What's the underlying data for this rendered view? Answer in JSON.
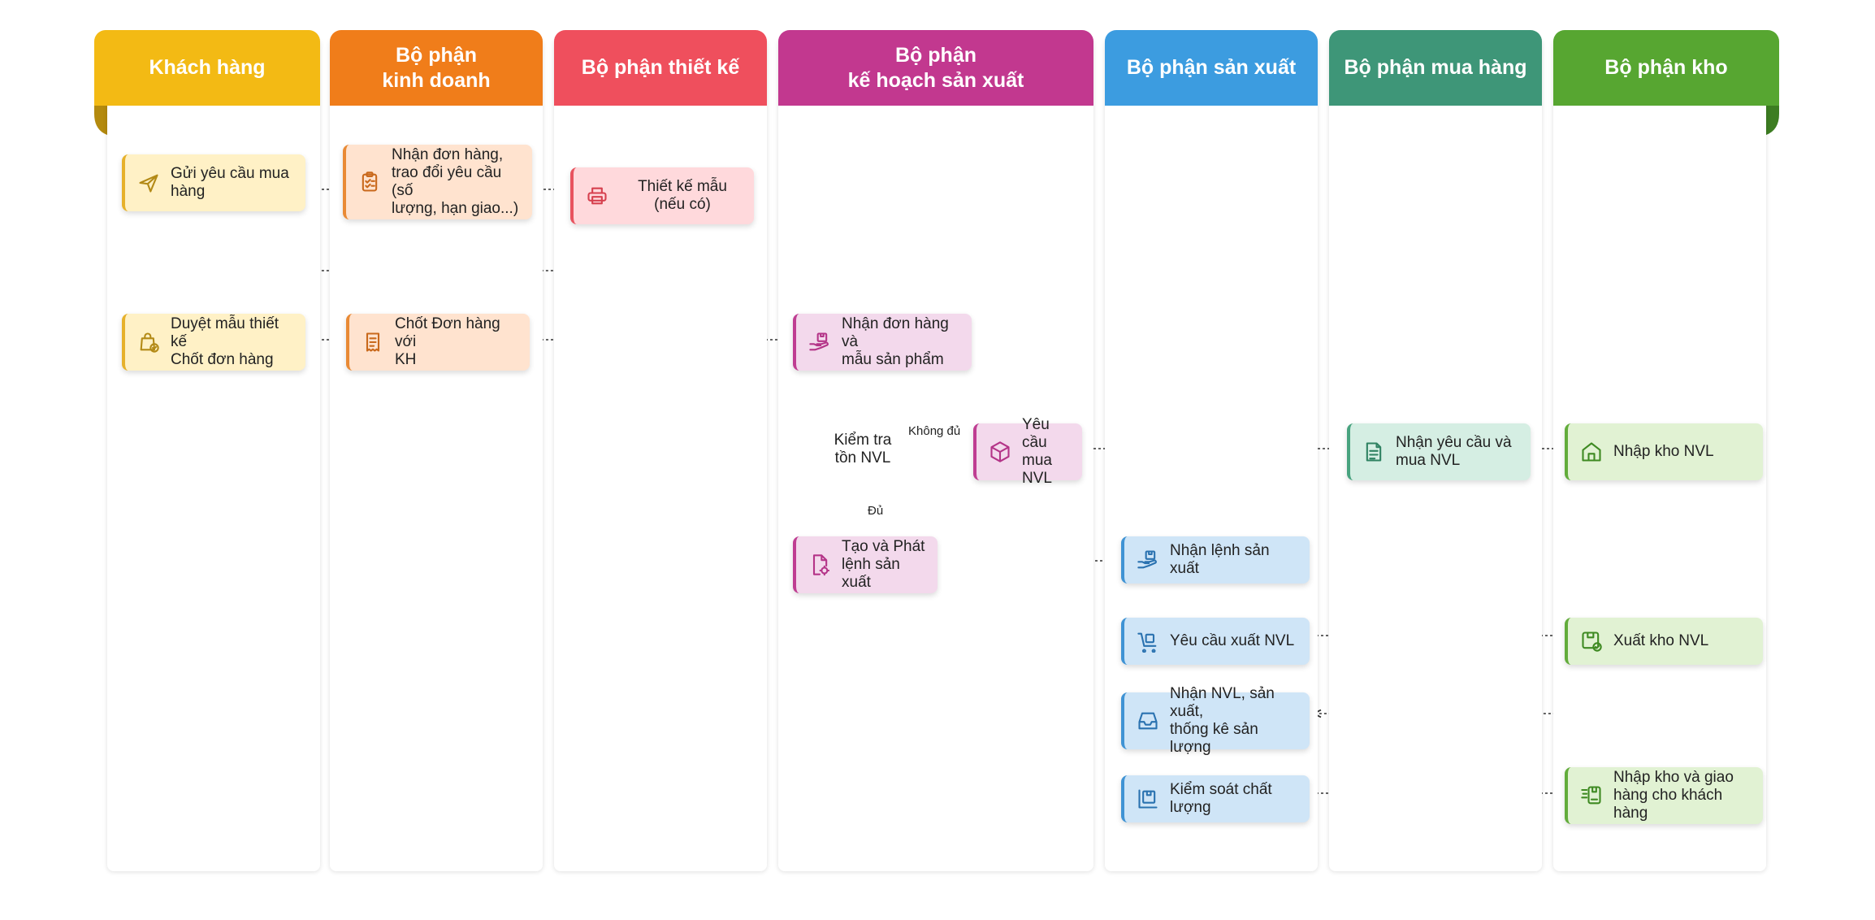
{
  "lanes": [
    {
      "id": "kh",
      "title": "Khách hàng",
      "color": "#F3BA14",
      "fold": "#B48A0E"
    },
    {
      "id": "kd",
      "title": "Bộ phận\nkinh doanh",
      "color": "#F07D1A"
    },
    {
      "id": "tk",
      "title": "Bộ phận thiết kế",
      "color": "#EF4F5D"
    },
    {
      "id": "kh_sx",
      "title": "Bộ phận\nkế hoạch sản xuất",
      "color": "#C2388F"
    },
    {
      "id": "sx",
      "title": "Bộ phận sản xuất",
      "color": "#3C9CE0"
    },
    {
      "id": "mh",
      "title": "Bộ phận mua hàng",
      "color": "#3E9678"
    },
    {
      "id": "kho",
      "title": "Bộ phận kho",
      "color": "#57A631",
      "fold": "#3D7D22"
    }
  ],
  "nodes": {
    "n1": {
      "text": "Gửi yêu cầu mua\nhàng",
      "icon": "send-icon"
    },
    "n2": {
      "text": "Nhận đơn hàng,\ntrao đổi yêu cầu (số\nlượng, hạn giao...)",
      "icon": "clipboard-icon"
    },
    "n3": {
      "text": "Thiết kế mẫu\n(nếu có)",
      "icon": "printer-icon"
    },
    "n4": {
      "text": "Duyệt mẫu thiết kế\nChốt đơn hàng",
      "icon": "shopping-bag-check-icon"
    },
    "n5": {
      "text": "Chốt Đơn hàng với\nKH",
      "icon": "receipt-icon"
    },
    "n6": {
      "text": "Nhận đơn hàng và\nmẫu sản phẩm",
      "icon": "hand-box-icon"
    },
    "n7": {
      "text": "Kiểm tra\ntồn NVL"
    },
    "n8": {
      "text": "Yêu cầu\nmua NVL",
      "icon": "cube-icon"
    },
    "n9": {
      "text": "Tạo và Phát\nlệnh sản xuất",
      "icon": "file-gear-icon"
    },
    "n10": {
      "text": "Nhận yêu cầu và\nmua NVL",
      "icon": "document-icon"
    },
    "n11": {
      "text": "Nhập kho NVL",
      "icon": "warehouse-icon"
    },
    "n12": {
      "text": "Nhận lệnh sản xuất",
      "icon": "hand-box-icon"
    },
    "n13": {
      "text": "Yêu cầu xuất NVL",
      "icon": "cart-box-icon"
    },
    "n14": {
      "text": "Xuất kho NVL",
      "icon": "box-check-icon"
    },
    "n15": {
      "text": "Nhận NVL, sản xuất,\nthống kê sản lượng",
      "icon": "inbox-icon"
    },
    "n16": {
      "text": "Kiểm soát chất lượng",
      "icon": "quality-box-icon"
    },
    "n17": {
      "text": "Nhập kho và giao\nhàng cho khách hàng",
      "icon": "fast-delivery-icon"
    }
  },
  "edge_labels": {
    "not_enough": "Không đủ",
    "enough": "Đủ"
  },
  "colors": {
    "kh_fill": "#FFF1C6",
    "kh_bar": "#E6B12B",
    "kh_icon": "#B38A16",
    "kd_fill": "#FFE3CF",
    "kd_bar": "#E98A35",
    "kd_icon": "#C9691C",
    "tk_fill": "#FFD9DC",
    "tk_bar": "#E8535F",
    "tk_icon": "#D6404E",
    "khsx_fill": "#F3D9EC",
    "khsx_bar": "#BF3E92",
    "khsx_icon": "#B43488",
    "sx_fill": "#CFE5F7",
    "sx_bar": "#3F93D4",
    "sx_icon": "#2A72B0",
    "mh_fill": "#D5EEE3",
    "mh_bar": "#48A37F",
    "mh_icon": "#2F8262",
    "kho_fill": "#E1F2D3",
    "kho_bar": "#62AC3B",
    "kho_icon": "#3E8A22",
    "connector": "#333333"
  }
}
